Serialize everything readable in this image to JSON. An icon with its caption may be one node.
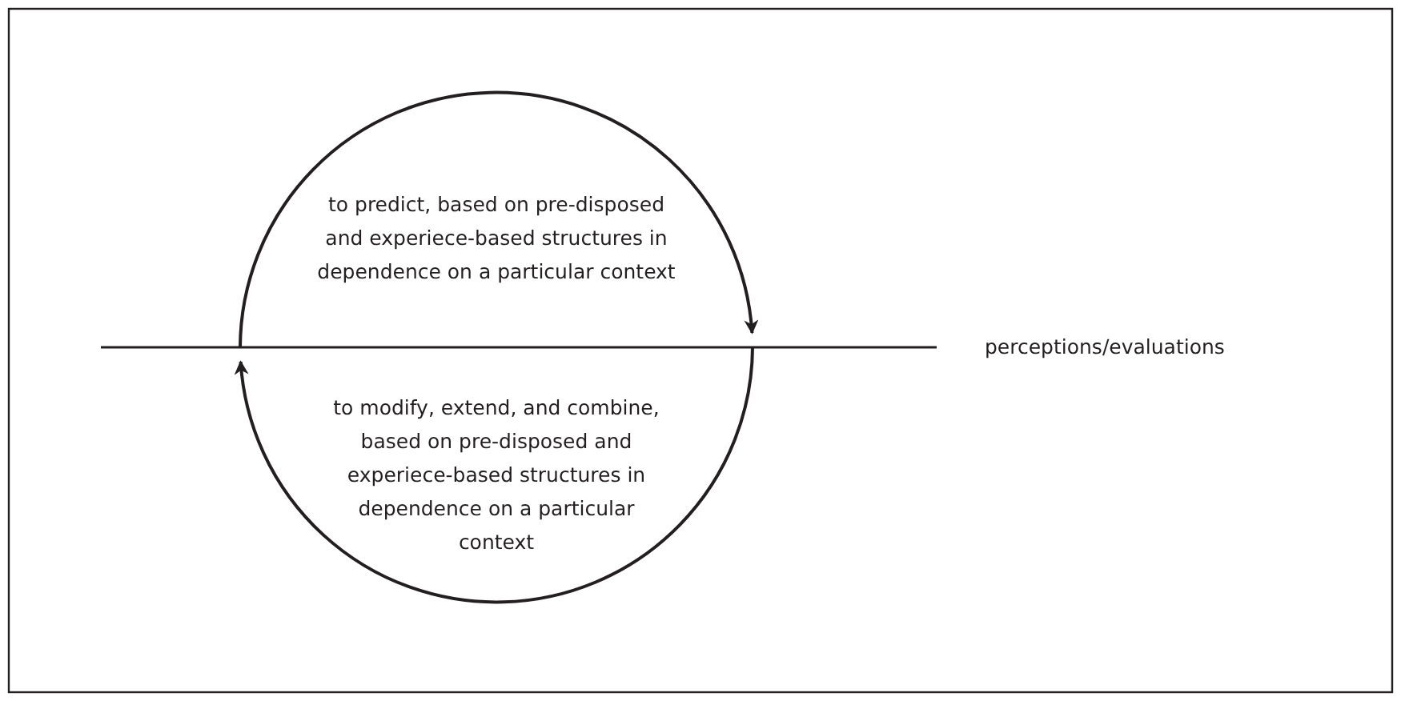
{
  "diagram": {
    "labels": [
      "to predict, based on pre-disposed and experiece-based structures in dependence on a particular context",
      "perceptions/evaluations",
      "to modify, extend, and combine, based on pre-disposed and experiece-based structures in dependence on a particular context"
    ]
  }
}
